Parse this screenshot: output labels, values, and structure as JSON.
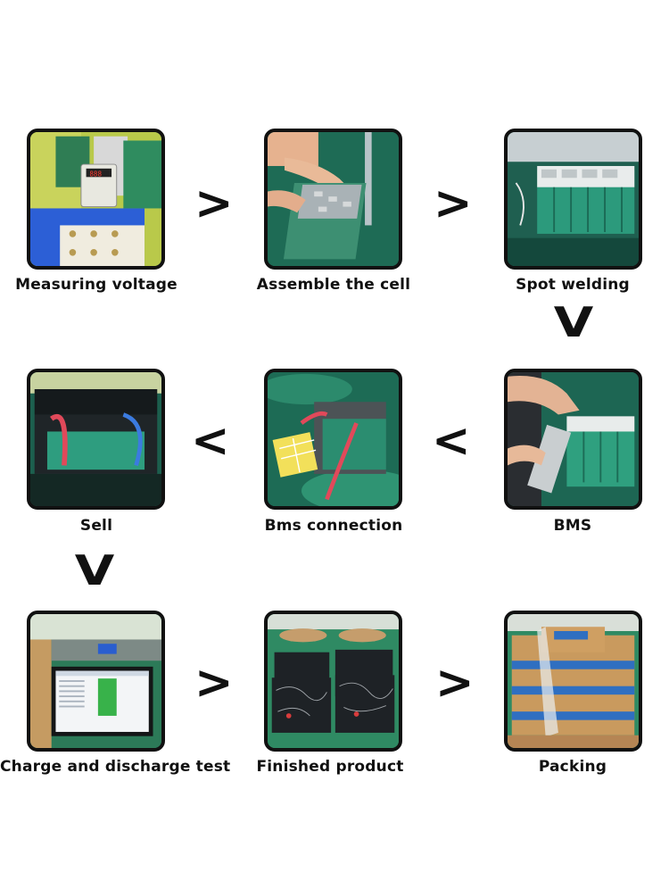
{
  "steps": [
    {
      "id": "measuring",
      "label": "Measuring voltage"
    },
    {
      "id": "assemble",
      "label": "Assemble the cell"
    },
    {
      "id": "spot",
      "label": "Spot welding"
    },
    {
      "id": "bms",
      "label": "BMS"
    },
    {
      "id": "bmsconn",
      "label": "Bms connection"
    },
    {
      "id": "sell",
      "label": "Sell"
    },
    {
      "id": "charge",
      "label": "Charge and discharge test"
    },
    {
      "id": "finished",
      "label": "Finished product"
    },
    {
      "id": "packing",
      "label": "Packing"
    }
  ],
  "arrows": {
    "right": ">",
    "left": "<",
    "down": "V"
  }
}
